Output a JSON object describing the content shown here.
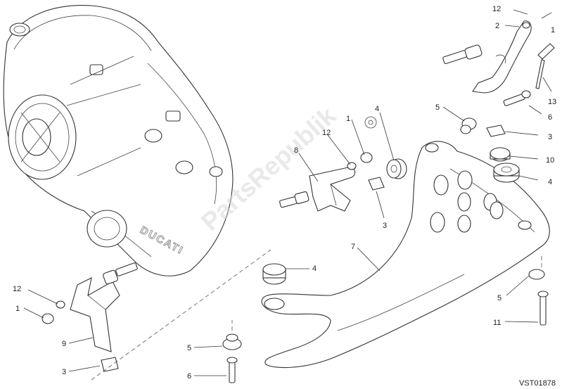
{
  "diagram": {
    "code": "VST01878",
    "watermark": "PartsRepublik",
    "brand": "DUCATI"
  },
  "callouts": [
    {
      "id": "c12a",
      "text": "12"
    },
    {
      "id": "c2",
      "text": "2"
    },
    {
      "id": "c1a",
      "text": "1"
    },
    {
      "id": "c13",
      "text": "13"
    },
    {
      "id": "c5a",
      "text": "5"
    },
    {
      "id": "c6a",
      "text": "6"
    },
    {
      "id": "c3a",
      "text": "3"
    },
    {
      "id": "c10",
      "text": "10"
    },
    {
      "id": "c4a",
      "text": "4"
    },
    {
      "id": "c1b",
      "text": "1"
    },
    {
      "id": "c4b",
      "text": "4"
    },
    {
      "id": "c12b",
      "text": "12"
    },
    {
      "id": "c8",
      "text": "8"
    },
    {
      "id": "c3b",
      "text": "3"
    },
    {
      "id": "c7",
      "text": "7"
    },
    {
      "id": "c4c",
      "text": "4"
    },
    {
      "id": "c5b",
      "text": "5"
    },
    {
      "id": "c11",
      "text": "11"
    },
    {
      "id": "c12c",
      "text": "12"
    },
    {
      "id": "c1c",
      "text": "1"
    },
    {
      "id": "c9",
      "text": "9"
    },
    {
      "id": "c3c",
      "text": "3"
    },
    {
      "id": "c5c",
      "text": "5"
    },
    {
      "id": "c6b",
      "text": "6"
    }
  ]
}
